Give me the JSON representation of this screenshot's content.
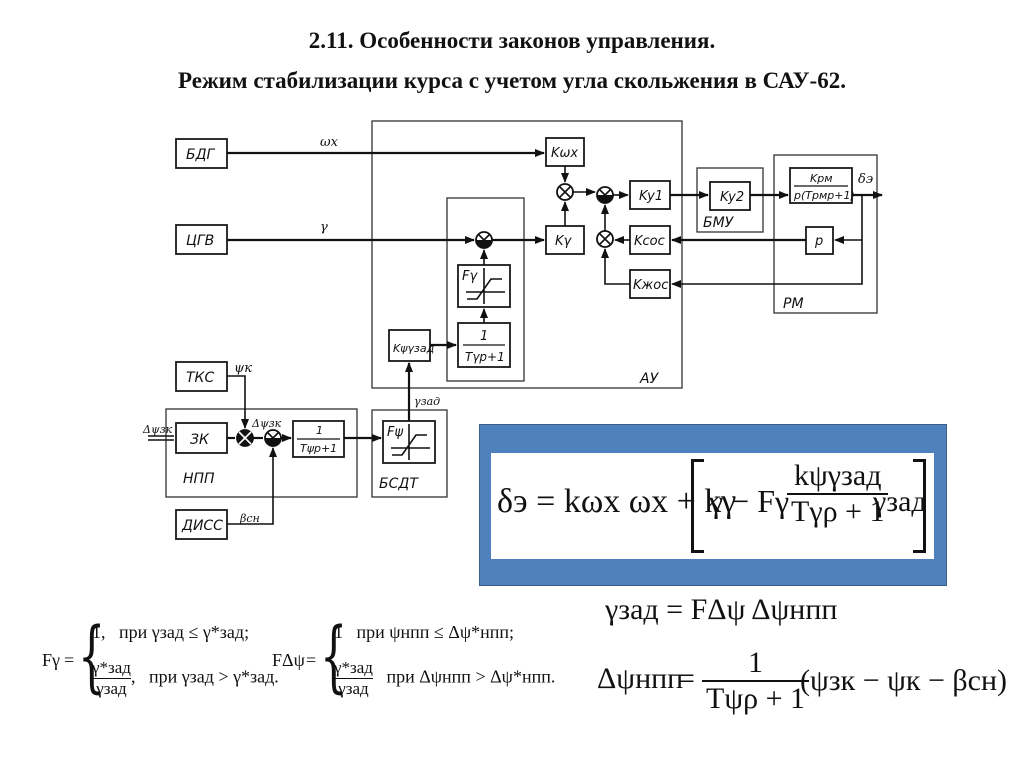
{
  "header": {
    "title": "2.11. Особенности законов управления.",
    "subtitle": "Режим стабилизации курса с учетом угла скольжения в САУ-62."
  },
  "diagram": {
    "sensors": [
      {
        "id": "bdg",
        "label": "БДГ",
        "output_signal": "ωx"
      },
      {
        "id": "tsgv",
        "label": "ЦГВ",
        "output_signal": "γ"
      },
      {
        "id": "tks",
        "label": "ТКС",
        "output_signal": "ψк"
      },
      {
        "id": "diss",
        "label": "ДИСС",
        "output_signal": "βсн"
      }
    ],
    "blocks": {
      "k_omega_x": "Kωx",
      "k_gamma": "Kγ",
      "k_y1": "Ky1",
      "k_y2": "Ky2",
      "k_sos": "Kсос",
      "k_zhos": "Kжос",
      "k_rm_num": "Kрм",
      "k_rm_den": "p(Tрмp+1)",
      "p_block": "p",
      "f_gamma": "Fγ",
      "lag_gamma_num": "1",
      "lag_gamma_den": "Tγp+1",
      "k_gamma_zad": "Kψγзад",
      "zk": "ЗК",
      "lag_psi_num": "1",
      "lag_psi_den": "Tψp+1",
      "f_psi": "Fψ"
    },
    "groups": {
      "au": "АУ",
      "bmu": "БМУ",
      "rm": "РМ",
      "npp": "НПП",
      "bsdt": "БСДТ"
    },
    "signals": {
      "omega_x": "ωx",
      "gamma": "γ",
      "psi_k": "ψк",
      "delta_psi_zk_in": "Δψзк",
      "delta_psi_zk": "Δψзк",
      "beta_sn": "βсн",
      "gamma_zad": "γзад",
      "delta_e": "δэ"
    }
  },
  "equations": {
    "main": {
      "lhs": "δэ",
      "term1": "kωx ωx",
      "k_gamma": "kγ",
      "gamma": "γ",
      "f_gamma": "Fγ",
      "frac_num": "kψγзад",
      "frac_den": "Tγρ + 1",
      "gamma_zad": "γзад"
    },
    "f_gamma_piecewise": {
      "lhs": "Fγ",
      "case1_value": "1,",
      "case1_cond": "при  γзад ≤ γ*зад;",
      "case2_num": "γ*зад",
      "case2_den": "γзад",
      "case2_cond": "при  γзад > γ*зад."
    },
    "f_dpsi_piecewise": {
      "lhs": "FΔψ",
      "case1_value": "1",
      "case1_cond": "при  ψнпп ≤ Δψ*нпп;",
      "case2_num": "γ*зад",
      "case2_den": "γзад",
      "case2_cond": "при  Δψнпп > Δψ*нпп."
    },
    "gamma_zad": "γзад = FΔψ Δψнпп",
    "delta_psi_npp": {
      "lhs": "Δψнпп",
      "frac_num": "1",
      "frac_den": "Tψρ + 1",
      "rhs": "(ψзк − ψк − βсн)"
    }
  }
}
